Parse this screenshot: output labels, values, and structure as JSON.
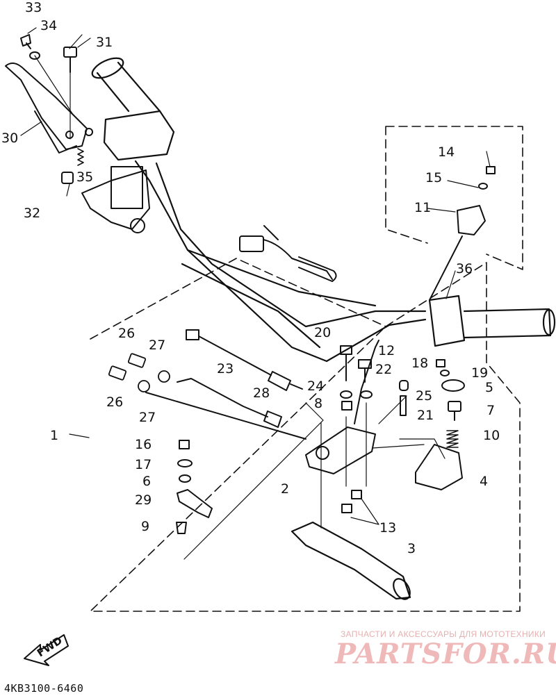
{
  "labels": {
    "p1": "1",
    "p2": "2",
    "p3": "3",
    "p4": "4",
    "p5": "5",
    "p6": "6",
    "p7": "7",
    "p8": "8",
    "p9": "9",
    "p10": "10",
    "p11": "11",
    "p12": "12",
    "p13": "13",
    "p14": "14",
    "p15": "15",
    "p16": "16",
    "p17": "17",
    "p18": "18",
    "p19": "19",
    "p20": "20",
    "p21": "21",
    "p22": "22",
    "p23": "23",
    "p24": "24",
    "p25": "25",
    "p26a": "26",
    "p26b": "26",
    "p27a": "27",
    "p27b": "27",
    "p28": "28",
    "p29": "29",
    "p30": "30",
    "p31": "31",
    "p32": "32",
    "p33": "33",
    "p34": "34",
    "p35": "35",
    "p36": "36"
  },
  "fwd_label": "FWD",
  "diagram_code": "4KB3100-6460",
  "watermark": {
    "line1": "ЗАПЧАСТИ И АКСЕССУАРЫ ДЛЯ МОТОТЕХНИКИ",
    "line2": "PARTSFOR.RU"
  },
  "colors": {
    "ink": "#111111",
    "watermark": "#f0b9b9",
    "background": "#ffffff"
  }
}
